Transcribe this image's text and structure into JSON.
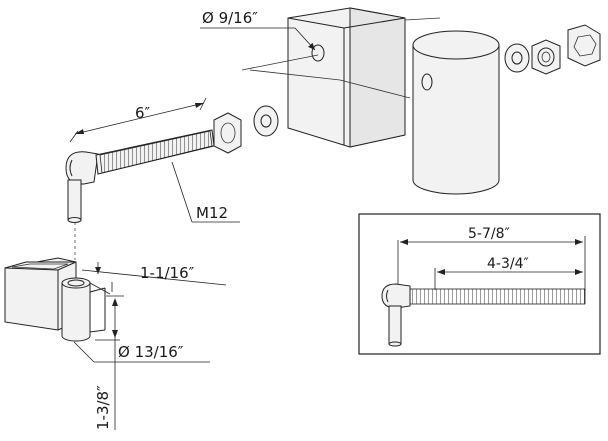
{
  "labels": {
    "hole_diameter": "Ø 9/16″",
    "bolt_length": "6″",
    "thread": "M12",
    "tube_height": "1-1/16″",
    "tube_diameter": "Ø 13/16″",
    "pin_length": "1-3/8″",
    "inset_overall": "5-7/8″",
    "inset_thread": "4-3/4″"
  }
}
